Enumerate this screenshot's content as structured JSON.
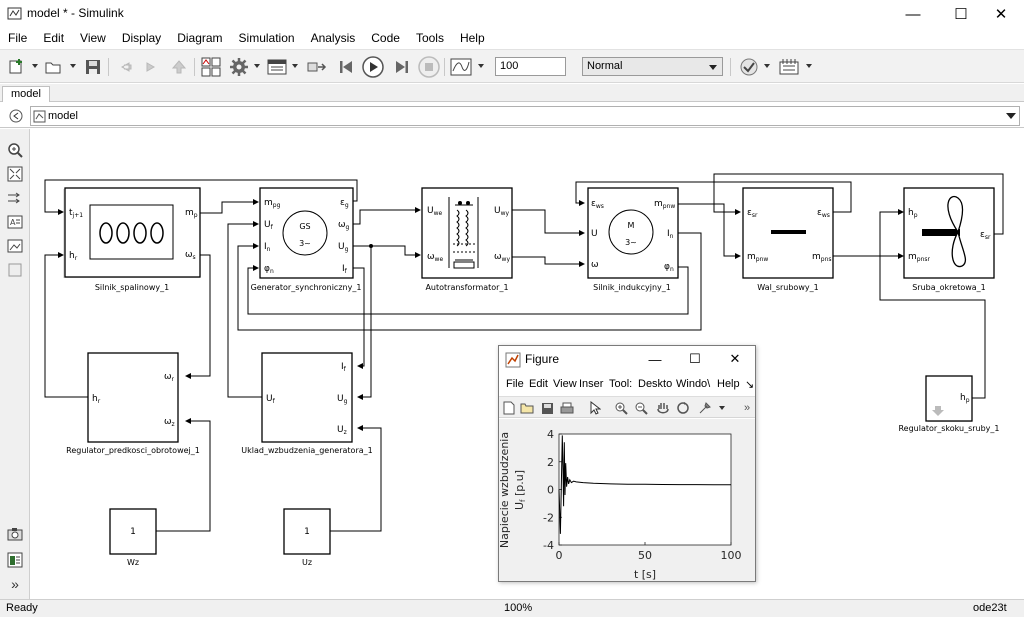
{
  "window": {
    "title": "model * - Simulink",
    "minimize": "—",
    "maximize": "☐",
    "close": "✕"
  },
  "menu": [
    "File",
    "Edit",
    "View",
    "Display",
    "Diagram",
    "Simulation",
    "Analysis",
    "Code",
    "Tools",
    "Help"
  ],
  "toolbar": {
    "stop_time": "100",
    "sim_mode": "Normal"
  },
  "tab": {
    "label": "model"
  },
  "address": {
    "path": "model"
  },
  "blocks": {
    "silnik": {
      "name": "Silnik_spalinowy_1",
      "in1": "t",
      "in1_sub": "j+1",
      "in2": "h",
      "in2_sub": "r",
      "out1": "m",
      "out1_sub": "p",
      "out2": "ω",
      "out2_sub": "s"
    },
    "generator": {
      "name": "Generator_synchroniczny_1",
      "in1": "m",
      "in1_sub": "pg",
      "in2": "U",
      "in2_sub": "f",
      "in3": "I",
      "in3_sub": "n",
      "in4": "φ",
      "in4_sub": "n",
      "out1": "ε",
      "out1_sub": "g",
      "out2": "ω",
      "out2_sub": "g",
      "out3": "U",
      "out3_sub": "g",
      "out4": "I",
      "out4_sub": "f",
      "icon_line1": "GS",
      "icon_line2": "3~"
    },
    "autotrans": {
      "name": "Autotransformator_1",
      "in1": "U",
      "in1_sub": "we",
      "in2": "ω",
      "in2_sub": "we",
      "out1": "U",
      "out1_sub": "wy",
      "out2": "ω",
      "out2_sub": "wy"
    },
    "silnik_ind": {
      "name": "Silnik_indukcyjny_1",
      "in1": "ε",
      "in1_sub": "ws",
      "in2": "U",
      "in3": "ω",
      "out1": "m",
      "out1_sub": "pnw",
      "out2": "I",
      "out2_sub": "n",
      "out3": "φ",
      "out3_sub": "n",
      "icon_line1": "M",
      "icon_line2": "3~"
    },
    "wal": {
      "name": "Wal_srubowy_1",
      "in1": "ε",
      "in1_sub": "sr",
      "in2": "m",
      "in2_sub": "pnw",
      "out1": "ε",
      "out1_sub": "ws",
      "out2": "m",
      "out2_sub": "pns"
    },
    "sruba": {
      "name": "Sruba_okretowa_1",
      "in1": "h",
      "in1_sub": "p",
      "in2": "m",
      "in2_sub": "pnsr",
      "out1": "ε",
      "out1_sub": "sr"
    },
    "reg_pred": {
      "name": "Regulator_predkosci_obrotowej_1",
      "in1": "ω",
      "in1_sub": "r",
      "in2": "ω",
      "in2_sub": "z",
      "out1": "h",
      "out1_sub": "r"
    },
    "uklad": {
      "name": "Uklad_wzbudzenia_generatora_1",
      "in1": "I",
      "in1_sub": "f",
      "in2": "U",
      "in2_sub": "g",
      "in3": "U",
      "in3_sub": "z",
      "out1": "U",
      "out1_sub": "f"
    },
    "reg_skok": {
      "name": "Regulator_skoku_sruby_1",
      "out1": "h",
      "out1_sub": "p"
    },
    "wz": {
      "name": "Wz",
      "value": "1"
    },
    "uz": {
      "name": "Uz",
      "value": "1"
    }
  },
  "figure": {
    "title": "Figure",
    "menu": [
      "File",
      "Edit",
      "View",
      "Inser",
      "Tool:",
      "Deskto",
      "Windo\\",
      "Help"
    ],
    "menu_more": "↘",
    "tool_more": "»",
    "ylabel": "Napiecie wzbudzenia",
    "ylabel2": "U",
    "ylabel2_sub": "f",
    "ylabel2_unit": " [p.u]",
    "xlabel": "t [s]"
  },
  "chart_data": {
    "type": "line",
    "xlabel": "t [s]",
    "ylabel": "Napiecie wzbudzenia U_f [p.u]",
    "xlim": [
      0,
      100
    ],
    "ylim": [
      -4,
      4
    ],
    "xticks": [
      0,
      50,
      100
    ],
    "yticks": [
      -4,
      -2,
      0,
      2,
      4
    ],
    "series": [
      {
        "x": [
          0,
          0.8,
          1.4,
          1.9,
          2.3,
          2.7,
          3.1,
          3.5,
          3.9,
          4.4,
          5.0,
          5.6,
          6.3,
          7.2,
          8.5,
          10,
          14,
          20,
          30,
          40,
          50,
          60,
          70,
          80,
          90,
          100
        ],
        "y": [
          0,
          -3.2,
          0.6,
          3.9,
          1.5,
          -1.2,
          3.4,
          -0.4,
          1.9,
          0.2,
          0.9,
          0.4,
          0.7,
          0.5,
          0.6,
          0.55,
          0.5,
          0.45,
          0.4,
          0.38,
          0.38,
          0.36,
          0.35,
          0.35,
          0.34,
          0.34
        ]
      }
    ]
  },
  "status": {
    "left": "Ready",
    "center": "100%",
    "right": "ode23t"
  }
}
